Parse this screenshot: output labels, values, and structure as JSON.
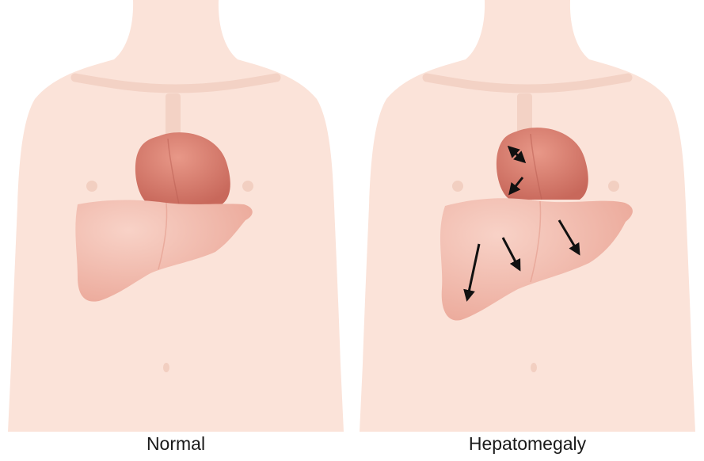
{
  "panels": [
    {
      "label": "Normal",
      "condition": "normal"
    },
    {
      "label": "Hepatomegaly",
      "condition": "enlarged"
    }
  ],
  "colors": {
    "skin": "#fbe3d9",
    "skin_shadow": "#f6d3c6",
    "bone": "#f2cfc1",
    "heart": "#d97a6c",
    "heart_dark": "#c8685b",
    "liver": "#efb0a4",
    "liver_light": "#f6c8bd",
    "arrow": "#111111"
  },
  "icons": {
    "heart": "heart-organ",
    "liver": "liver-organ",
    "arrow": "enlargement-arrow"
  }
}
